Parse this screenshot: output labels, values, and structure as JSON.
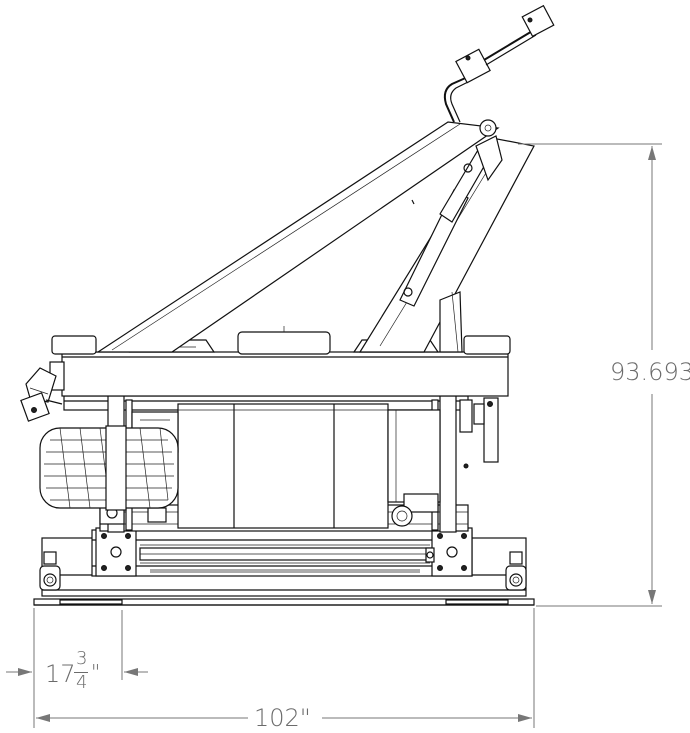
{
  "dimensions": {
    "height": {
      "value": "93.693"
    },
    "overall_width": {
      "value": "102\""
    },
    "front_overhang": {
      "whole": "17",
      "numerator": "3",
      "denominator": "4",
      "unit": "\""
    }
  },
  "colors": {
    "line": "#111111",
    "dimension": "#777777",
    "dimension_text": "#6b6b6b",
    "background": "#ffffff"
  }
}
